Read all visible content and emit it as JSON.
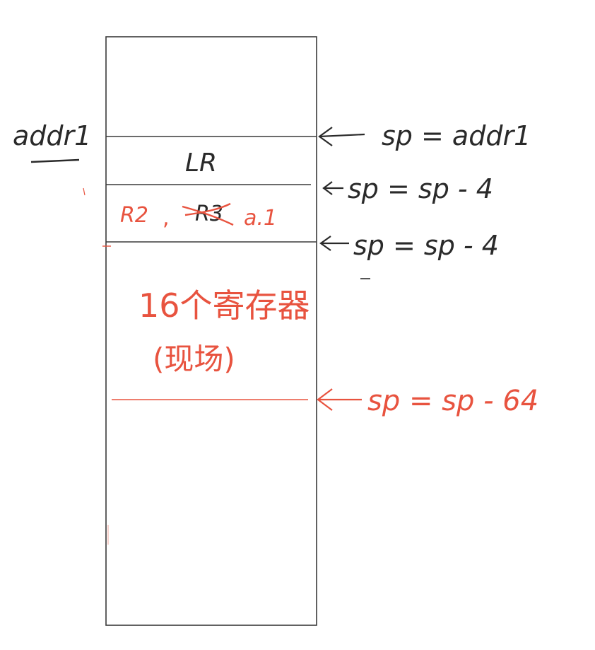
{
  "labels": {
    "address": "addr1",
    "lr_slot": "LR",
    "r2_slot_a": "R2",
    "r2_slot_sep": ",",
    "r3_struck": "R3",
    "r2_slot_b": "a.1",
    "registers_line1": "16个寄存器",
    "registers_line2": "(现场)"
  },
  "sp_annotations": [
    {
      "text": "sp = addr1",
      "color": "#2a2a2a"
    },
    {
      "text": "sp = sp - 4",
      "color": "#2a2a2a"
    },
    {
      "text": "sp = sp - 4",
      "color": "#2a2a2a"
    },
    {
      "text": "sp = sp - 64",
      "color": "#e8533f"
    }
  ],
  "colors": {
    "ink": "#2a2a2a",
    "red": "#e8533f",
    "stack_border": "#3a3a3a"
  }
}
